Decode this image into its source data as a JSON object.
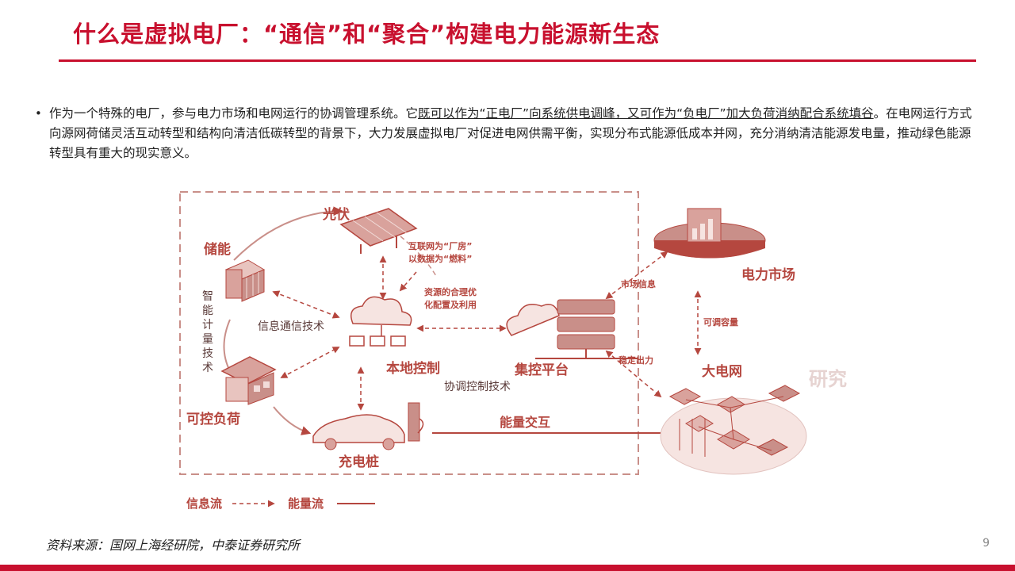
{
  "slide": {
    "title": "什么是虚拟电厂：“通信”和“聚合”构建电力能源新生态",
    "bullet_part1": "作为一个特殊的电厂，参与电力市场和电网运行的协调管理系统。它",
    "bullet_underlined_1": "既可以作为“正电厂”向系统供电调峰，又可作为“负电厂”加大负荷消纳",
    "bullet_underlined_2": "配合系统填谷",
    "bullet_part2": "。在电网运行方式向源网荷储灵活互动转型和结构向清洁低碳转型的背景下，大力发展虚拟电厂对促进电网供需平衡，实现分布式能源低成本并网，充分消纳清洁能源发电量，推动绿色能源转型具有重大的现实意义。",
    "source": "资料来源：国网上海经研院，中泰证券研究所",
    "page_number": "9"
  },
  "diagram": {
    "nodes": {
      "pv": "光伏",
      "storage": "储能",
      "controllable_load": "可控负荷",
      "charging_pile": "充电桩",
      "local_control": "本地控制",
      "central_platform": "集控平台",
      "power_market": "电力市场",
      "big_grid": "大电网"
    },
    "annotations": {
      "internet_line1": "互联网为“厂房”",
      "internet_line2": "以数据为“燃料”",
      "resource_line1": "资源的合理优",
      "resource_line2": "化配置及利用",
      "info_comm_tech": "信息通信技术",
      "smart_metering": [
        "智",
        "能",
        "计",
        "量",
        "技",
        "术"
      ],
      "coordinated_control": "协调控制技术",
      "market_info": "市场信息",
      "adjustable_capacity": "可调容量",
      "stable_output": "稳定出力",
      "energy_interaction": "能量交互",
      "watermark": "研究"
    },
    "legend": {
      "info_flow": "信息流",
      "energy_flow": "能量流"
    },
    "colors": {
      "accent": "#c8102e",
      "diagram": "#b5473f"
    }
  }
}
